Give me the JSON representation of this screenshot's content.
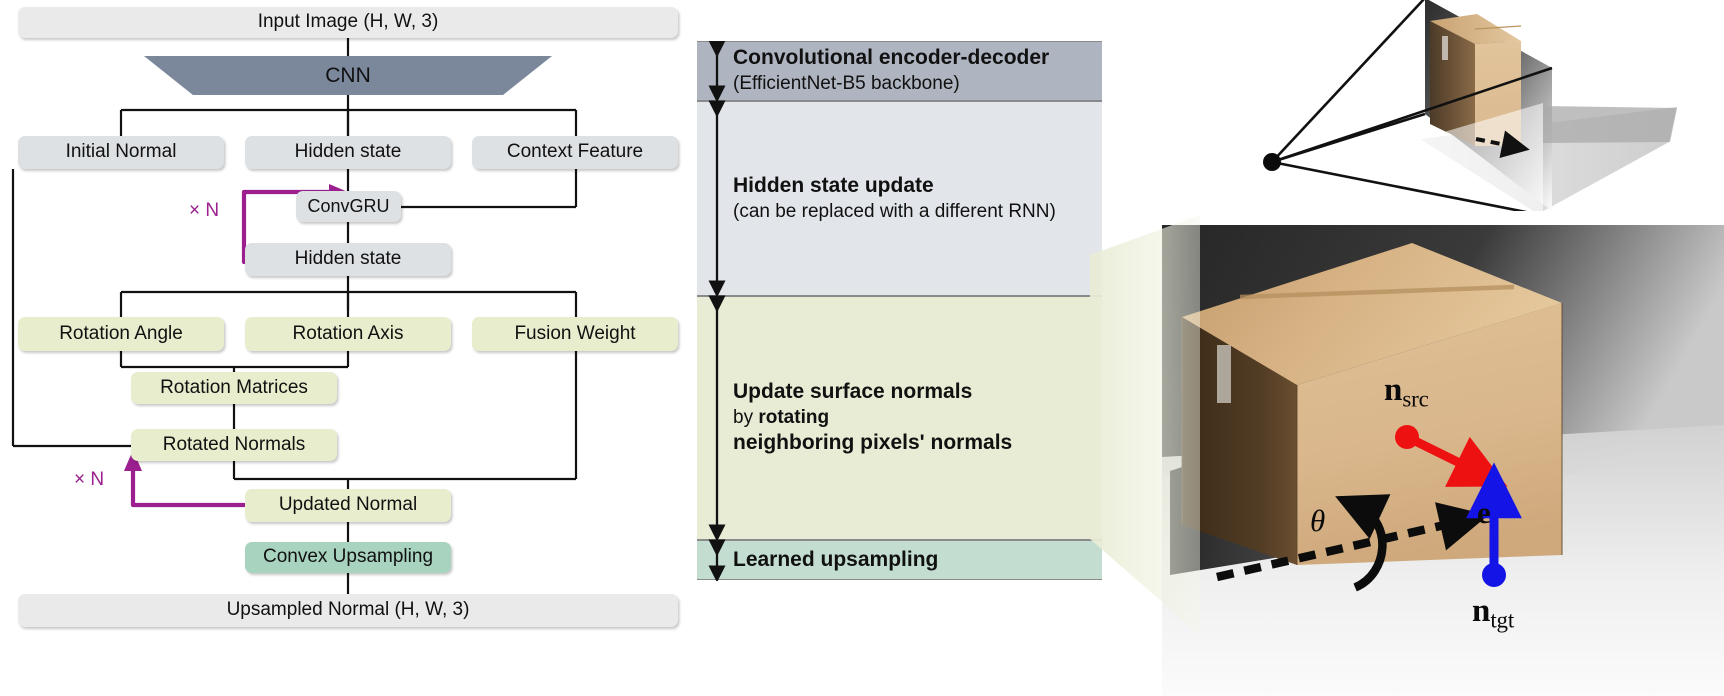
{
  "pipeline": {
    "nodes": [
      {
        "id": "input-image",
        "label": "Input Image (H, W, 3)"
      },
      {
        "id": "cnn",
        "label": "CNN"
      },
      {
        "id": "initial-normal",
        "label": "Initial Normal"
      },
      {
        "id": "hidden-state-1",
        "label": "Hidden state"
      },
      {
        "id": "context-feature",
        "label": "Context Feature"
      },
      {
        "id": "convgru",
        "label": "ConvGRU"
      },
      {
        "id": "hidden-state-2",
        "label": "Hidden state"
      },
      {
        "id": "rotation-angle",
        "label": "Rotation Angle"
      },
      {
        "id": "rotation-axis",
        "label": "Rotation Axis"
      },
      {
        "id": "fusion-weight",
        "label": "Fusion Weight"
      },
      {
        "id": "rotation-matrices",
        "label": "Rotation Matrices"
      },
      {
        "id": "rotated-normals",
        "label": "Rotated Normals"
      },
      {
        "id": "updated-normal",
        "label": "Updated Normal"
      },
      {
        "id": "convex-upsampling",
        "label": "Convex Upsampling"
      },
      {
        "id": "upsampled-normal",
        "label": "Upsampled Normal (H, W, 3)"
      }
    ],
    "loop_label_top": "× N",
    "loop_label_bottom": "× N",
    "loop_color": "#9b1f8f"
  },
  "stages": [
    {
      "id": "convolutional-encoder-decoder",
      "title": "Convolutional encoder-decoder",
      "subtitle": "(EfficientNet-B5 backbone)",
      "color": "#aeb4c0"
    },
    {
      "id": "hidden-state-update",
      "title": "Hidden state update",
      "subtitle": "(can be replaced with a different RNN)",
      "color": "#e2e6eb"
    },
    {
      "id": "update-surface-normals",
      "title": "Update surface normals",
      "line2_plain": "by ",
      "line2_bold": "rotating",
      "line3": "neighboring pixels' normals",
      "color": "#e8ecd4"
    },
    {
      "id": "learned-upsampling",
      "title": "Learned upsampling",
      "subtitle": "",
      "color": "#c3ded1"
    }
  ],
  "illustration": {
    "labels": {
      "n_src_base": "n",
      "n_src_sub": "src",
      "n_tgt_base": "n",
      "n_tgt_sub": "tgt",
      "theta": "θ",
      "axis": "e"
    },
    "colors": {
      "n_src": "#ee1111",
      "n_tgt": "#1414e6",
      "axis": "#111111"
    }
  }
}
